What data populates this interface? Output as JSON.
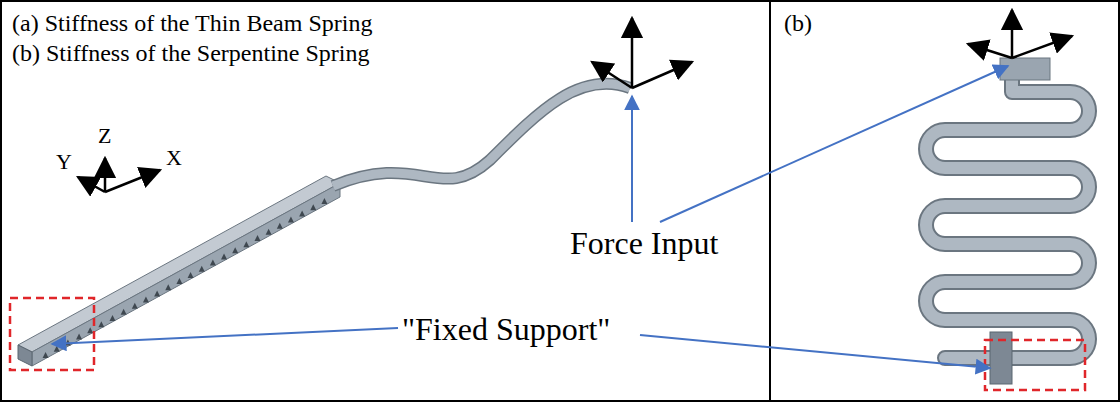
{
  "diagram": {
    "labels": [
      "(a) Stiffness of the Thin Beam Spring",
      "(b) Stiffness of the Serpentine Spring",
      "Z",
      "Y",
      "X",
      "Force Input",
      "\"Fixed Support\"",
      "(b)"
    ]
  }
}
